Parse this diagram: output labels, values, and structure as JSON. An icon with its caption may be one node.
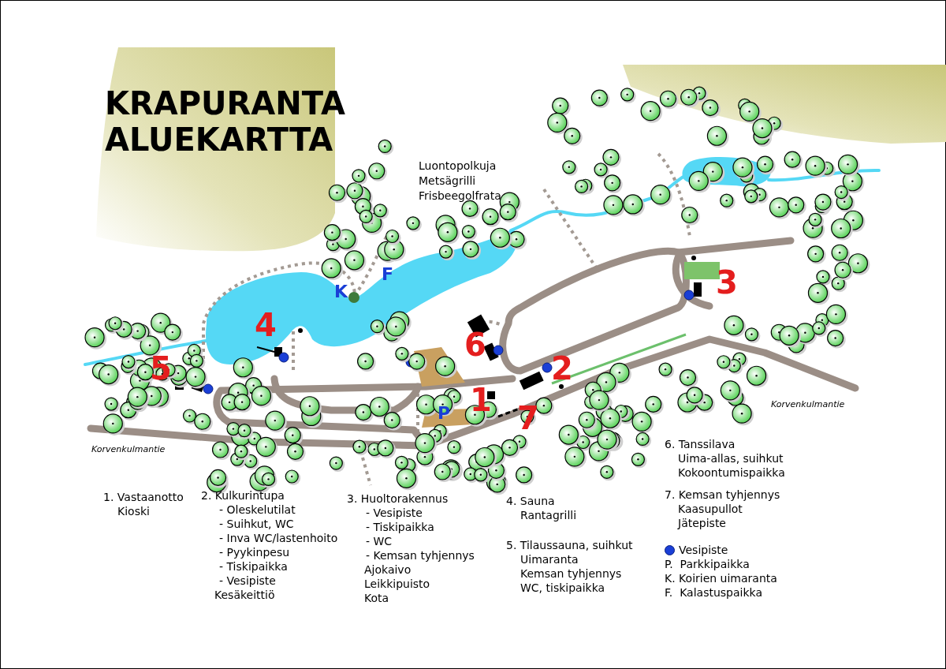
{
  "diagram": {
    "title": "KRAPURANTA ALUEKARTTA",
    "labels": [
      "Luontopolkuja",
      "Metsägrilli",
      "Frisbeegolfrata",
      "F",
      "K",
      "3",
      "4",
      "6",
      "5",
      "2",
      "1",
      "P",
      "7",
      "Korvenkulmantie",
      "Korvenkulmantie",
      "6. Tanssilava",
      "Uima-allas, suihkut",
      "Kokoontumispaikka",
      "1. Vastaanotto",
      "Kioski",
      "2. Kulkurintupa",
      "- Oleskelutilat",
      "- Suihkut, WC",
      "- Inva WC/lastenhoito",
      "- Pyykinpesu",
      "- Tiskipaikka",
      "- Vesipiste",
      "Kesäkeittiö",
      "3. Huoltorakennus",
      "- Vesipiste",
      "- Tiskipaikka",
      "- WC",
      "- Kemsan tyhjennys",
      "Ajokaivo",
      "Leikkipuisto",
      "Kota",
      "4. Sauna",
      "Rantagrilli",
      "5. Tilaussauna, suihkut",
      "Uimaranta",
      "Kemsan tyhjennys",
      "WC, tiskipaikka",
      "7. Kemsan tyhjennys",
      "Kaasupullot",
      "Jätepiste",
      "P.  Parkkipaikka",
      "K. Koirien uimaranta",
      "F.  Kalastuspaikka"
    ],
    "legend": [
      {
        "text": "Vesipiste",
        "color": "#1a3fd6"
      }
    ]
  }
}
